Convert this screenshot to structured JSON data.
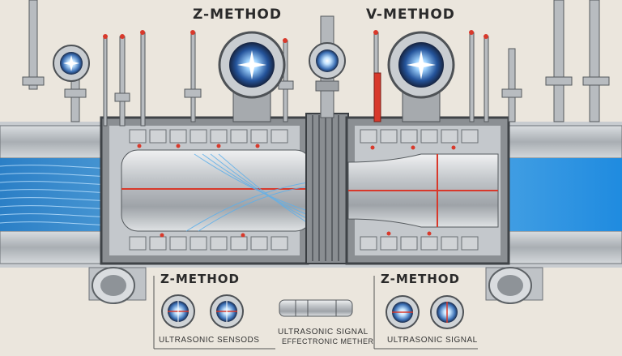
{
  "titles": {
    "top_left": "Z-METHOD",
    "top_right": "V-METHOD",
    "bottom_left": "Z-METHOD",
    "bottom_right": "Z-METHOD"
  },
  "captions": {
    "left": "ULTRASONIC SENSODS",
    "center_line1": "ULTRASONIC SIGNAL",
    "center_line2": "EFFECTRONIC METHER",
    "right": "ULTRASONIC SIGNAL"
  },
  "colors": {
    "background": "#ebe6dd",
    "pipe_steel": "#b9bec3",
    "flow_blue": "#3aa0e0",
    "signal_red": "#d8392b",
    "ink": "#2a2a2a"
  },
  "icons": [
    "ultrasonic-transducer-icon",
    "pressure-gauge-icon",
    "valve-icon"
  ]
}
